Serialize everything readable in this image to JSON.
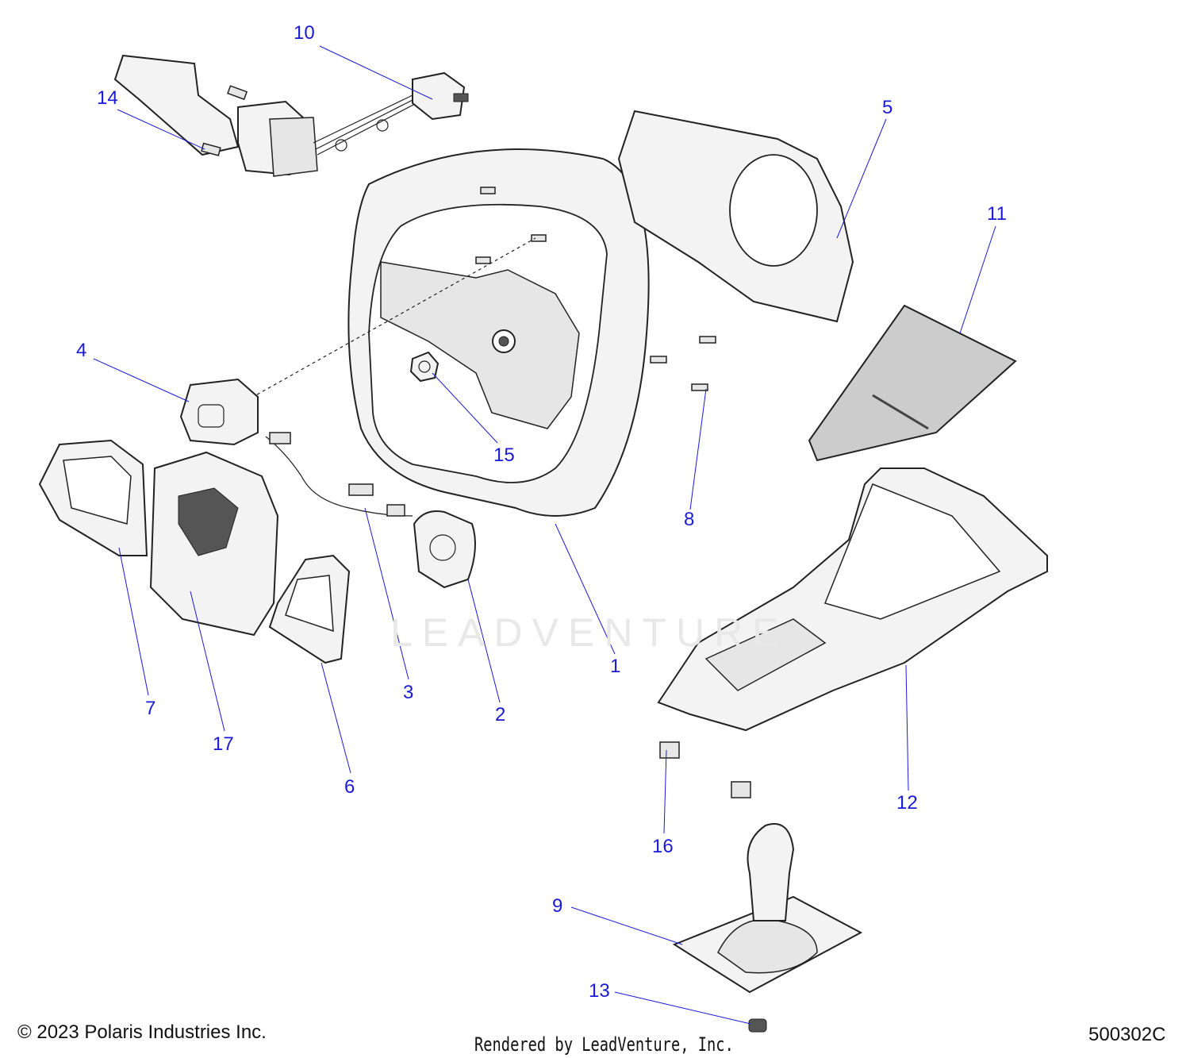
{
  "callouts": [
    "1",
    "2",
    "3",
    "4",
    "5",
    "6",
    "7",
    "8",
    "9",
    "10",
    "11",
    "12",
    "13",
    "14",
    "15",
    "16",
    "17"
  ],
  "footer": {
    "copyright": "© 2023 Polaris Industries Inc.",
    "rendered_by": "Rendered by LeadVenture, Inc.",
    "doc_number": "500302C"
  },
  "watermark": "LEADVENTURE",
  "colors": {
    "callout": "#1a1ad6",
    "line_art": "#222222"
  }
}
